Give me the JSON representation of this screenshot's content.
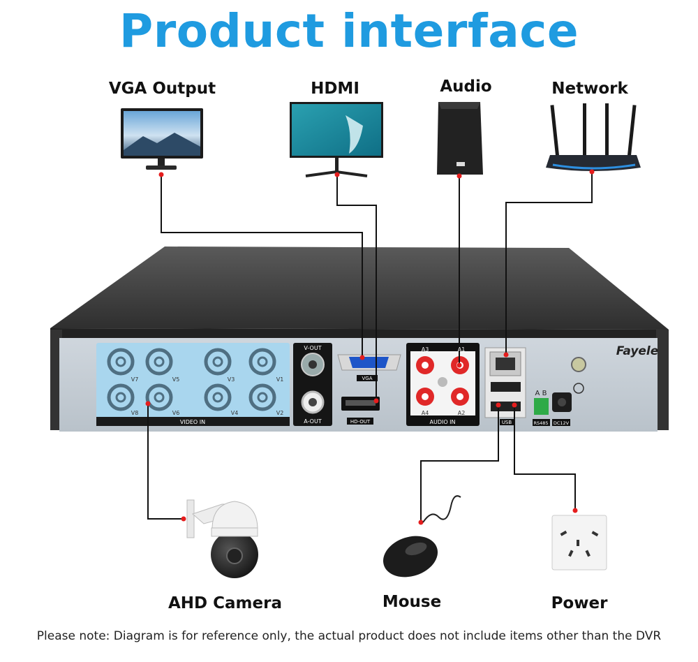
{
  "title": "Product interface",
  "labels": {
    "vga_output": "VGA Output",
    "hdmi": "HDMI",
    "audio": "Audio",
    "network": "Network",
    "ahd_camera": "AHD Camera",
    "mouse": "Mouse",
    "power": "Power"
  },
  "brand": "Fayele",
  "panel": {
    "video_in": "VIDEO IN",
    "video_ports": [
      "V7",
      "V5",
      "V3",
      "V1",
      "V8",
      "V6",
      "V4",
      "V2"
    ],
    "v_out": "V-OUT",
    "a_out": "A-OUT",
    "vga": "VGA",
    "hd_out": "HD-OUT",
    "audio_in": "AUDIO IN",
    "audio_ports": [
      "A3",
      "A1",
      "A4",
      "A2"
    ],
    "usb": "USB",
    "rs485_ab": "A  B",
    "rs485": "RS485",
    "dc12v": "DC12V"
  },
  "note": "Please note: Diagram is for reference only, the actual product does not include items other than the DVR"
}
